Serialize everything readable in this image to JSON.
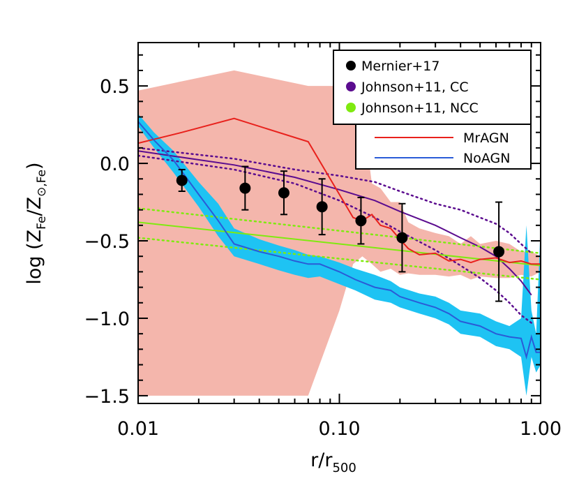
{
  "chart_data": {
    "type": "line",
    "xlabel": {
      "base": "r/r",
      "sub": "500"
    },
    "ylabel": {
      "prefix": "log (Z",
      "sub1": "Fe",
      "mid": "/Z",
      "sub2": "⊙,Fe",
      "suffix": ")"
    },
    "xscale": "log",
    "xlim": [
      0.01,
      1.0
    ],
    "ylim": [
      -1.55,
      0.78
    ],
    "x_ticks": [
      {
        "value": 0.01,
        "label": "0.01"
      },
      {
        "value": 0.1,
        "label": "0.10"
      },
      {
        "value": 1.0,
        "label": "1.00"
      }
    ],
    "y_ticks": [
      {
        "value": 0.5,
        "label": "0.5"
      },
      {
        "value": 0.0,
        "label": "0.0"
      },
      {
        "value": -0.5,
        "label": "−0.5"
      },
      {
        "value": -1.0,
        "label": "−1.0"
      },
      {
        "value": -1.5,
        "label": "−1.5"
      }
    ],
    "series": [
      {
        "name": "MrAGN",
        "kind": "line",
        "color": "#e8211c",
        "band_color": "#f4b6ac",
        "x": [
          0.01,
          0.0165,
          0.03,
          0.07,
          0.1,
          0.117,
          0.13,
          0.145,
          0.16,
          0.18,
          0.2,
          0.22,
          0.25,
          0.3,
          0.35,
          0.4,
          0.45,
          0.5,
          0.6,
          0.7,
          0.8,
          0.9,
          1.0
        ],
        "y": [
          0.13,
          0.2,
          0.29,
          0.14,
          -0.2,
          -0.35,
          -0.37,
          -0.33,
          -0.4,
          -0.42,
          -0.49,
          -0.55,
          -0.59,
          -0.58,
          -0.63,
          -0.62,
          -0.64,
          -0.62,
          -0.61,
          -0.64,
          -0.63,
          -0.65,
          -0.65
        ],
        "band_upper": [
          0.47,
          0.53,
          0.6,
          0.5,
          0.5,
          0.55,
          0.35,
          -0.13,
          -0.16,
          -0.25,
          -0.25,
          -0.38,
          -0.42,
          -0.45,
          -0.47,
          -0.52,
          -0.47,
          -0.52,
          -0.5,
          -0.52,
          -0.57,
          -0.57,
          -0.6
        ],
        "band_lower": [
          -1.5,
          -1.5,
          -1.5,
          -1.5,
          -0.95,
          -0.65,
          -0.6,
          -0.65,
          -0.7,
          -0.68,
          -0.72,
          -0.71,
          -0.72,
          -0.72,
          -0.73,
          -0.72,
          -0.75,
          -0.73,
          -0.74,
          -0.74,
          -0.72,
          -0.73,
          -0.7
        ]
      },
      {
        "name": "NoAGN",
        "kind": "line",
        "color": "#2a5bd7",
        "band_color": "#1ec3f3",
        "x": [
          0.01,
          0.012,
          0.015,
          0.02,
          0.025,
          0.03,
          0.04,
          0.05,
          0.06,
          0.07,
          0.08,
          0.1,
          0.12,
          0.15,
          0.18,
          0.2,
          0.25,
          0.3,
          0.35,
          0.4,
          0.5,
          0.6,
          0.7,
          0.8,
          0.85,
          0.9,
          0.95,
          1.0
        ],
        "y": [
          0.27,
          0.15,
          0.02,
          -0.2,
          -0.37,
          -0.52,
          -0.57,
          -0.6,
          -0.63,
          -0.65,
          -0.65,
          -0.7,
          -0.75,
          -0.8,
          -0.82,
          -0.86,
          -0.9,
          -0.93,
          -0.97,
          -1.02,
          -1.05,
          -1.1,
          -1.12,
          -1.13,
          -1.25,
          -1.12,
          -1.22,
          -1.22
        ],
        "band_upper": [
          0.32,
          0.2,
          0.08,
          -0.12,
          -0.26,
          -0.42,
          -0.49,
          -0.53,
          -0.56,
          -0.59,
          -0.6,
          -0.64,
          -0.68,
          -0.72,
          -0.76,
          -0.8,
          -0.84,
          -0.86,
          -0.9,
          -0.95,
          -0.97,
          -1.02,
          -1.05,
          -1.0,
          -0.4,
          -0.95,
          -1.1,
          -0.4
        ],
        "band_lower": [
          0.24,
          0.1,
          -0.06,
          -0.28,
          -0.47,
          -0.6,
          -0.65,
          -0.69,
          -0.72,
          -0.74,
          -0.73,
          -0.78,
          -0.82,
          -0.88,
          -0.9,
          -0.93,
          -0.97,
          -1.0,
          -1.04,
          -1.1,
          -1.12,
          -1.18,
          -1.2,
          -1.25,
          -1.5,
          -1.25,
          -1.35,
          -1.3
        ]
      },
      {
        "name": "Mernier+17",
        "kind": "points",
        "color": "#000000",
        "x": [
          0.0165,
          0.034,
          0.053,
          0.082,
          0.128,
          0.205,
          0.62
        ],
        "y": [
          -0.11,
          -0.16,
          -0.19,
          -0.28,
          -0.37,
          -0.48,
          -0.57
        ],
        "yerr": [
          0.07,
          0.14,
          0.14,
          0.18,
          0.15,
          0.22,
          0.32
        ]
      },
      {
        "name": "Johnson+11, CC",
        "kind": "fit",
        "color": "#5b0c8f",
        "x": [
          0.01,
          0.03,
          0.06,
          0.1,
          0.15,
          0.2,
          0.3,
          0.4,
          0.5,
          0.6,
          0.7,
          0.8,
          0.9
        ],
        "y": [
          0.08,
          -0.01,
          -0.09,
          -0.17,
          -0.24,
          -0.31,
          -0.4,
          -0.48,
          -0.54,
          -0.6,
          -0.68,
          -0.76,
          -0.85
        ],
        "y_upper": [
          0.1,
          0.03,
          -0.04,
          -0.08,
          -0.12,
          -0.18,
          -0.26,
          -0.3,
          -0.35,
          -0.39,
          -0.45,
          -0.52,
          -0.58
        ],
        "y_lower": [
          0.05,
          -0.04,
          -0.13,
          -0.24,
          -0.35,
          -0.44,
          -0.56,
          -0.66,
          -0.74,
          -0.82,
          -0.9,
          -0.98,
          -1.03
        ]
      },
      {
        "name": "Johnson+11, NCC",
        "kind": "fit",
        "color": "#7fea0f",
        "x": [
          0.01,
          1.0
        ],
        "y": [
          -0.38,
          -0.66
        ],
        "y_upper": [
          -0.29,
          -0.58
        ],
        "y_lower": [
          -0.48,
          -0.75
        ]
      }
    ],
    "legend": {
      "observations_position": "top-right",
      "simulations_position": "top-right, below observations",
      "observations": [
        {
          "label": "Mernier+17",
          "color": "#000000"
        },
        {
          "label": "Johnson+11, CC",
          "color": "#5b0c8f"
        },
        {
          "label": "Johnson+11, NCC",
          "color": "#7fea0f"
        }
      ],
      "simulations": [
        {
          "label": "MrAGN",
          "color": "#e8211c"
        },
        {
          "label": "NoAGN",
          "color": "#2a5bd7"
        }
      ]
    },
    "grid": false
  }
}
